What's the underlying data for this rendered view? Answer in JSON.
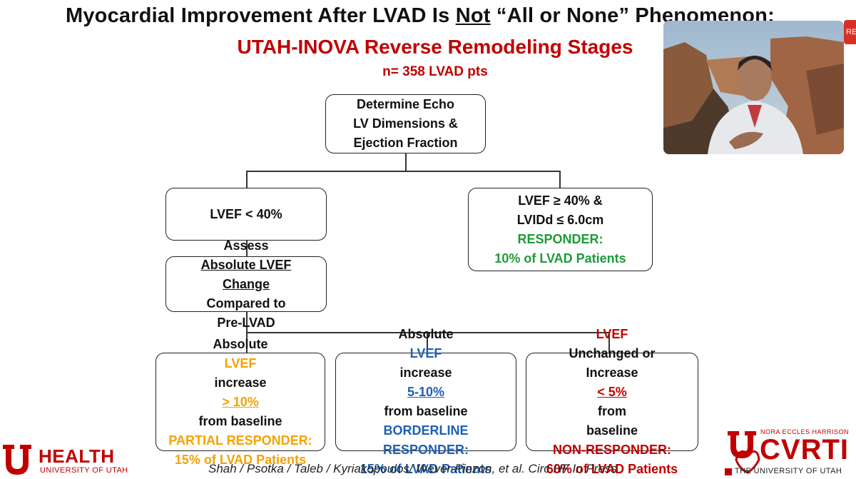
{
  "title": {
    "prefix": "Myocardial Improvement After LVAD Is ",
    "underlined": "Not",
    "suffix": " “All or None” Phenomenon:"
  },
  "subtitle": "UTAH-INOVA Reverse Remodeling Stages",
  "n_line": "n= 358 LVAD pts",
  "top_box": [
    "Determine Echo",
    "LV Dimensions &",
    "Ejection Fraction"
  ],
  "left_box": "LVEF < 40%",
  "right_box": {
    "line1": "LVEF ≥ 40% &",
    "line2": "LVIDd ≤ 6.0cm",
    "line3": "RESPONDER:",
    "line4": "10% of LVAD Patients"
  },
  "assess_box": {
    "part1": "Assess ",
    "part2": "Absolute LVEF",
    "part3": "Change",
    "part4": " Compared to",
    "part5": "Pre-LVAD"
  },
  "partial_box": {
    "l1a": "Absolute ",
    "l1b": "LVEF",
    "l2a": "increase ",
    "l2b": "> 10%",
    "l3": "from baseline",
    "l4": "PARTIAL RESPONDER:",
    "l5": "15% of LVAD Patients"
  },
  "borderline_box": {
    "l1a": "Absolute ",
    "l1b": "LVEF",
    "l1c": " increase",
    "l2a": "5-10%",
    "l2b": " from baseline",
    "l3": "BORDERLINE",
    "l4": "RESPONDER:",
    "l5": "15% of LVAD Patients"
  },
  "non_box": {
    "l1a": "LVEF",
    "l1b": " Unchanged or",
    "l2a": "Increase ",
    "l2b": "< 5%",
    "l2c": " from",
    "l3": "baseline",
    "l4": "NON-RESPONDER:",
    "l5": "60% of LVAD Patients"
  },
  "citation": "Shah / Psotka / Taleb / Kyriakopoulos/ Wever-Pinzon, et al. Circ HF In Press",
  "logo_left": {
    "word": "HEALTH",
    "sub": "UNIVERSITY OF UTAH"
  },
  "logo_right": {
    "top": "NORA ECCLES HARRISON",
    "main": "CVRTI",
    "bottom": "THE UNIVERSITY OF UTAH"
  },
  "rec_badge": "RE",
  "colors": {
    "red": "#c00000",
    "orange": "#f5a200",
    "blue": "#1f5fb5",
    "green": "#1f9a3a"
  }
}
